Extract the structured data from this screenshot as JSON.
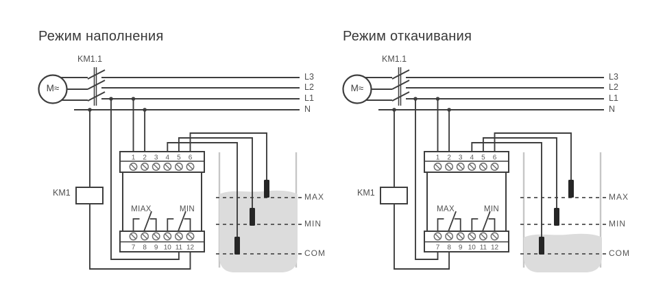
{
  "colors": {
    "line": "#3d3d3d",
    "text": "#4f4f4f",
    "title": "#383838",
    "water": "#dcdcdc",
    "tank_wall": "#c6c6c6",
    "electrode": "#262626",
    "screw": "#6f6f6f",
    "dash": "#4a4a4a"
  },
  "shared": {
    "contactor_label": "KM1.1",
    "coil_label": "KM1",
    "motor_label": "M≈",
    "line_labels": [
      "L3",
      "L2",
      "L1",
      "N"
    ],
    "top_terminals": [
      "1",
      "2",
      "3",
      "4",
      "5",
      "6"
    ],
    "bottom_terminals": [
      "7",
      "8",
      "9",
      "10",
      "11",
      "12"
    ],
    "level_labels": [
      "MAX",
      "MIN",
      "COM"
    ]
  },
  "diagrams": [
    {
      "title": "Режим наполнения",
      "contact_labels": [
        "MIAX",
        "MIN"
      ],
      "water_level": "high",
      "l1_feeds_terminal": "11",
      "coil_feeds_terminal": "12"
    },
    {
      "title": "Режим откачивания",
      "contact_labels": [
        "MAX",
        "MIN"
      ],
      "water_level": "low",
      "l1_feeds_terminal": "7",
      "coil_feeds_terminal": "8"
    }
  ]
}
